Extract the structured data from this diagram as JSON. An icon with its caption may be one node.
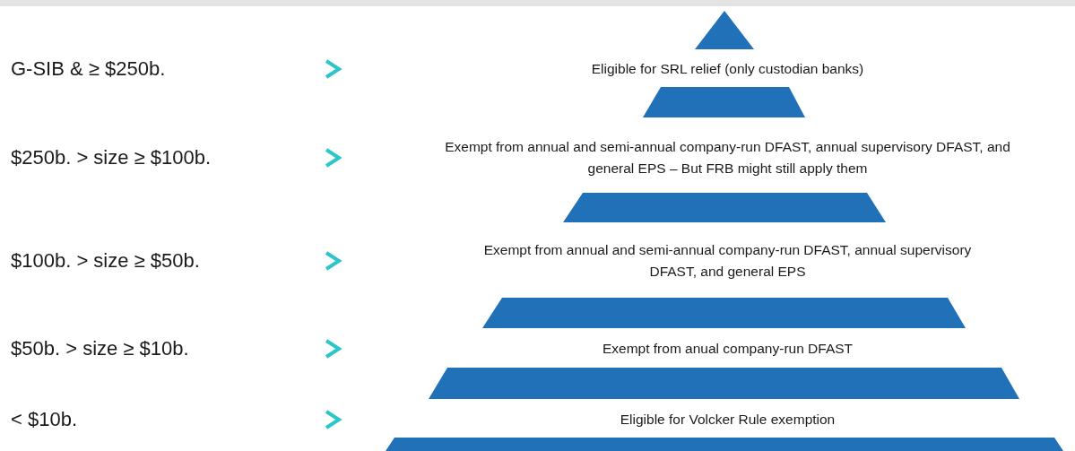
{
  "diagram": {
    "nodes": [
      {
        "text": [
          "G-SIB & ≥ $250b."
        ]
      },
      {
        "text": [
          "Eligible for SRL relief (only custodian banks)"
        ]
      },
      {
        "text": [
          "$250b. > size ≥ $100b."
        ]
      },
      {
        "text": [
          "Exempt from annual and semi-annual company-run DFAST, annual supervisory DFAST, and general EPS – But FRB might still apply them"
        ]
      },
      {
        "text": [
          "$100b. > size ≥ $50b."
        ]
      },
      {
        "text": [
          "Exempt from annual and semi-annual company-run DFAST, annual supervisory DFAST, and general EPS"
        ]
      },
      {
        "text": [
          "$50b. > size ≥ $10b."
        ]
      },
      {
        "text": [
          "Exempt from anual company-run DFAST"
        ]
      },
      {
        "text": [
          "< $10b."
        ]
      },
      {
        "text": [
          "Eligible for Volcker Rule exemption"
        ]
      }
    ],
    "edges": [
      {
        "from": 0,
        "to": 1,
        "arrow": "to"
      },
      {
        "from": 2,
        "to": 3,
        "arrow": "to"
      },
      {
        "from": 4,
        "to": 5,
        "arrow": "to"
      },
      {
        "from": 6,
        "to": 7,
        "arrow": "to"
      },
      {
        "from": 8,
        "to": 9,
        "arrow": "to"
      }
    ]
  }
}
